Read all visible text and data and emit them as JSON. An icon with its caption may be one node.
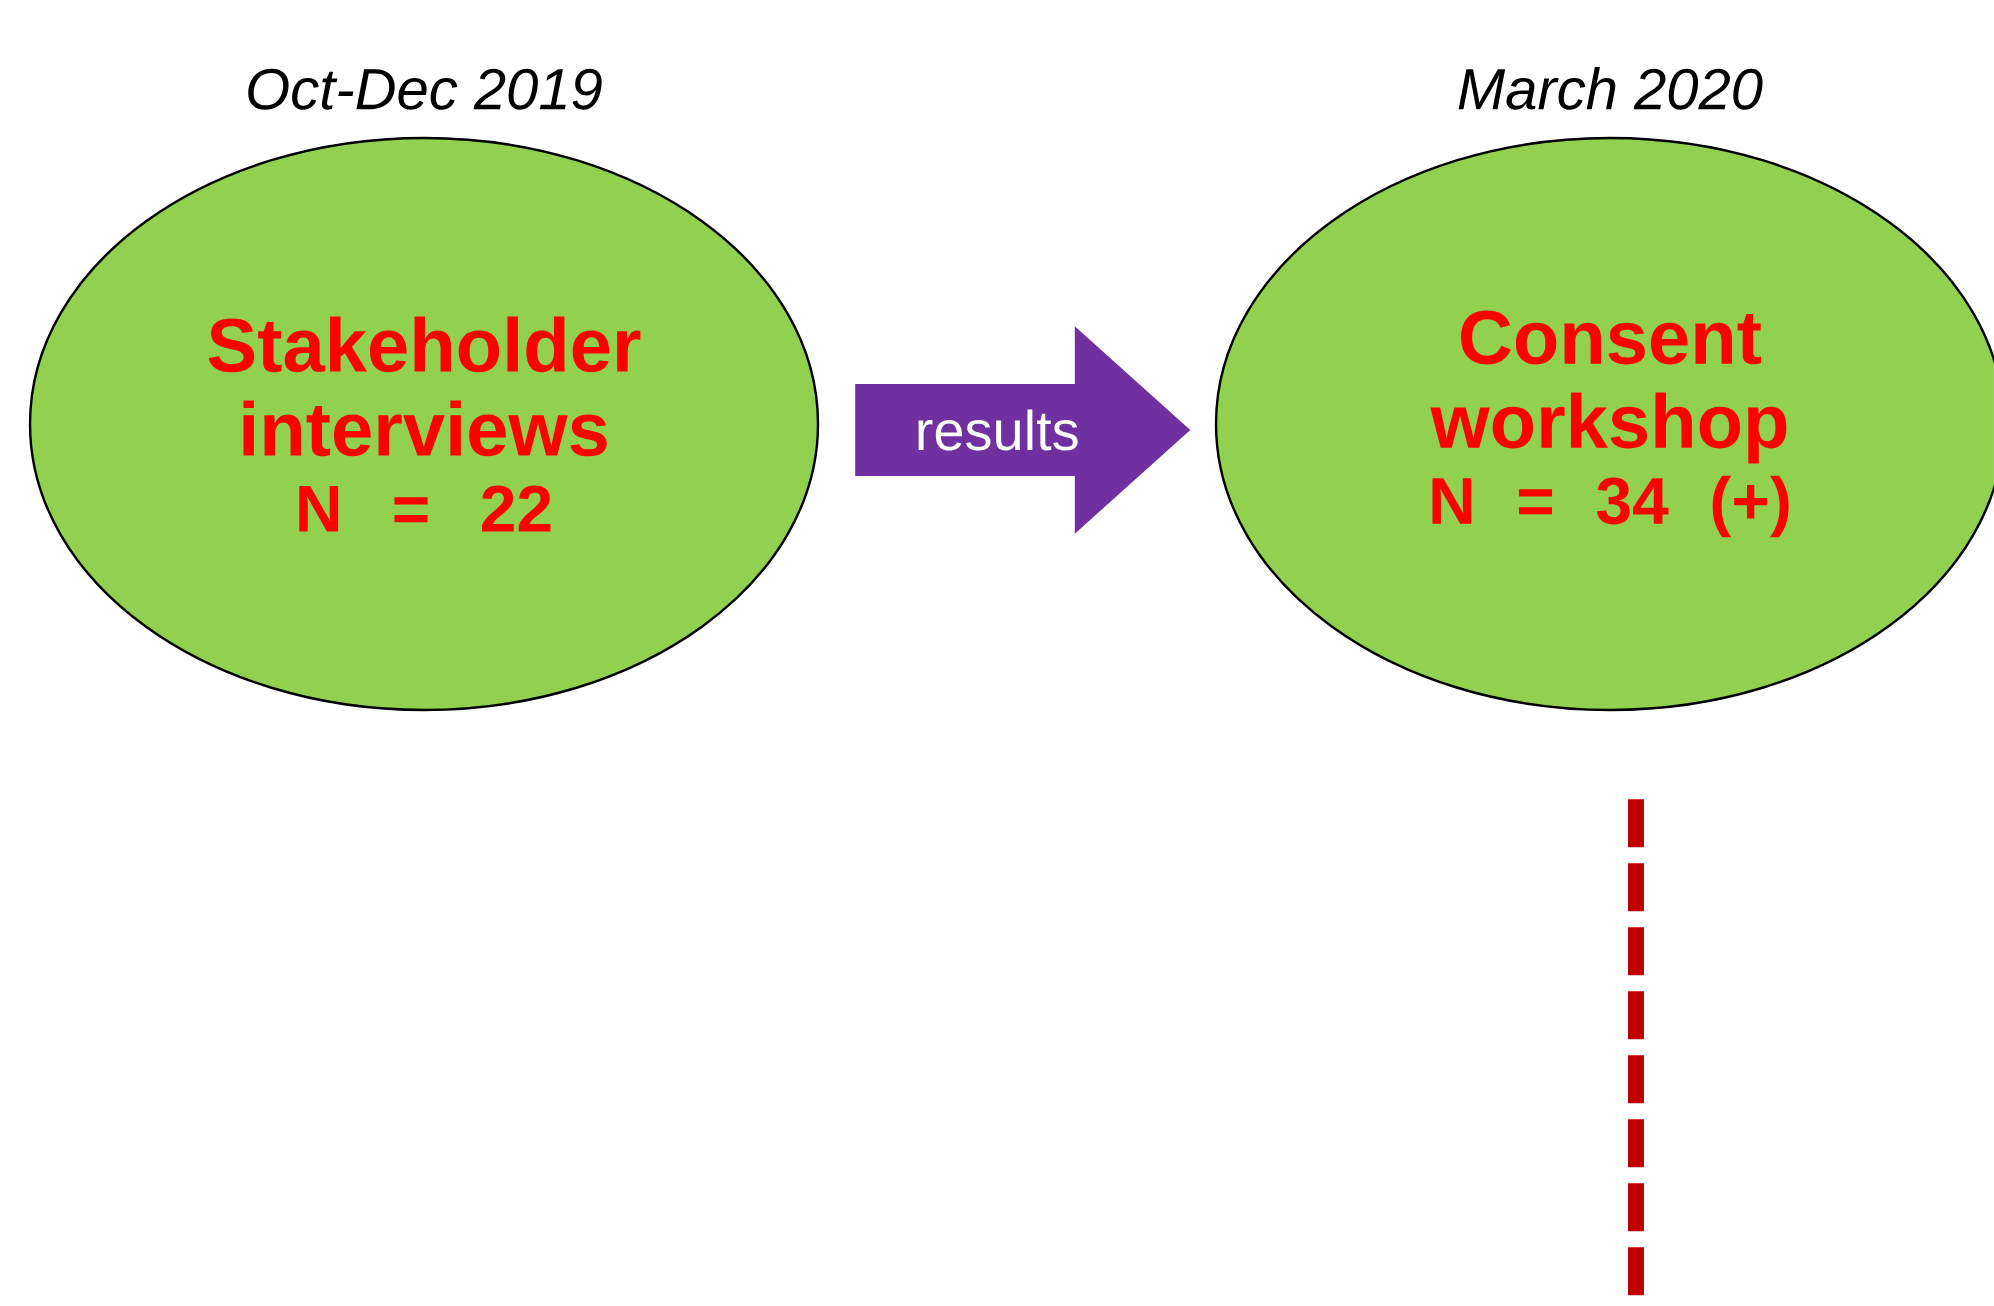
{
  "diagram": {
    "nodes": [
      {
        "text": [
          "Stakeholder interviews",
          "N = 22"
        ],
        "beside": [
          "Oct-Dec 2019"
        ]
      },
      {
        "text": [
          "Consent workshop",
          "N = 34 (+)"
        ],
        "beside": [
          "March 2020"
        ]
      }
    ],
    "edges": [
      {
        "from": 0,
        "to": 1,
        "arrow": "to",
        "label": "results",
        "style": "thick",
        "color": "#7030a0"
      },
      {
        "from": 1,
        "to": null,
        "arrow": "none",
        "style": "dashed",
        "color": "#c00000"
      }
    ]
  }
}
